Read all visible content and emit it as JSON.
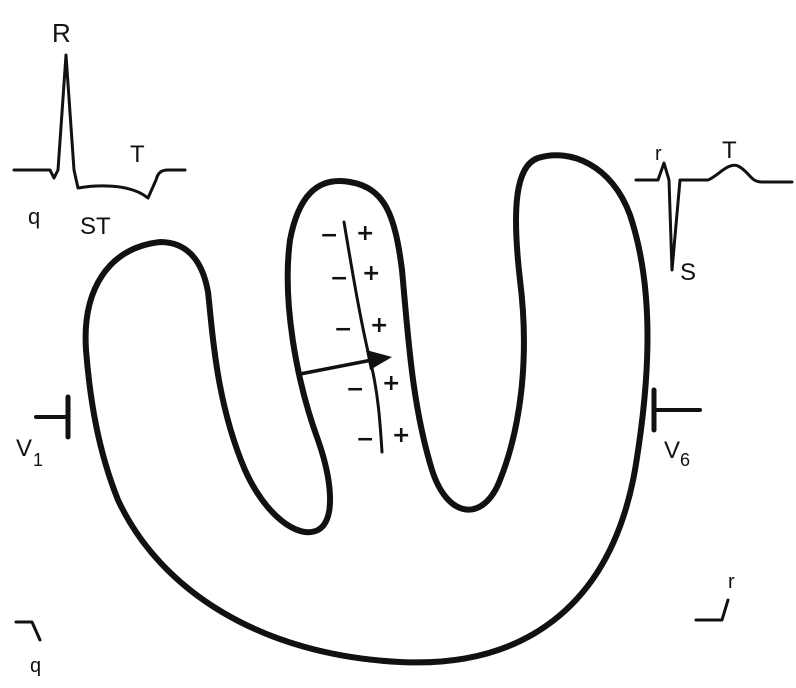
{
  "ecg_v1": {
    "r": "R",
    "t": "T",
    "q": "q",
    "st": "ST"
  },
  "ecg_v6": {
    "r": "r",
    "t": "T",
    "s": "S"
  },
  "leads": {
    "v1": "V",
    "v1_sub": "1",
    "v6": "V",
    "v6_sub": "6"
  },
  "septum": {
    "left_signs": [
      "−",
      "−",
      "−",
      "−",
      "−"
    ],
    "right_signs": [
      "+",
      "+",
      "+",
      "+",
      "+"
    ]
  },
  "corner_labels": {
    "bottom_left": "q",
    "bottom_right": "r"
  }
}
